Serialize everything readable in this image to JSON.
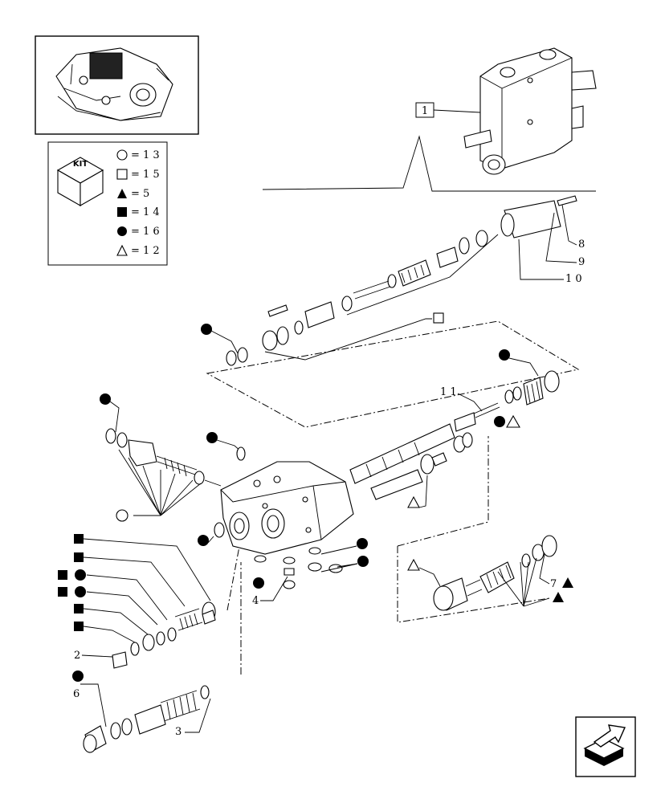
{
  "kit_legend": {
    "title": "KIT",
    "entries": [
      {
        "symbol": "circle-open",
        "text": "= 1 3"
      },
      {
        "symbol": "square-open",
        "text": "= 1 5"
      },
      {
        "symbol": "triangle-filled",
        "text": "= 5"
      },
      {
        "symbol": "square-filled",
        "text": "= 1 4"
      },
      {
        "symbol": "circle-filled",
        "text": "= 1 6"
      },
      {
        "symbol": "triangle-open",
        "text": "= 1 2"
      }
    ]
  },
  "callouts": {
    "ref1": "1",
    "ref2": "2",
    "ref3": "3",
    "ref4": "4",
    "ref6": "6",
    "ref7": "7",
    "ref8": "8",
    "ref9": "9",
    "ref10": "1 0",
    "ref11": "1 1"
  },
  "colors": {
    "ink": "#000000",
    "paper": "#ffffff"
  },
  "nav_icon": "next-page-arrow-icon"
}
